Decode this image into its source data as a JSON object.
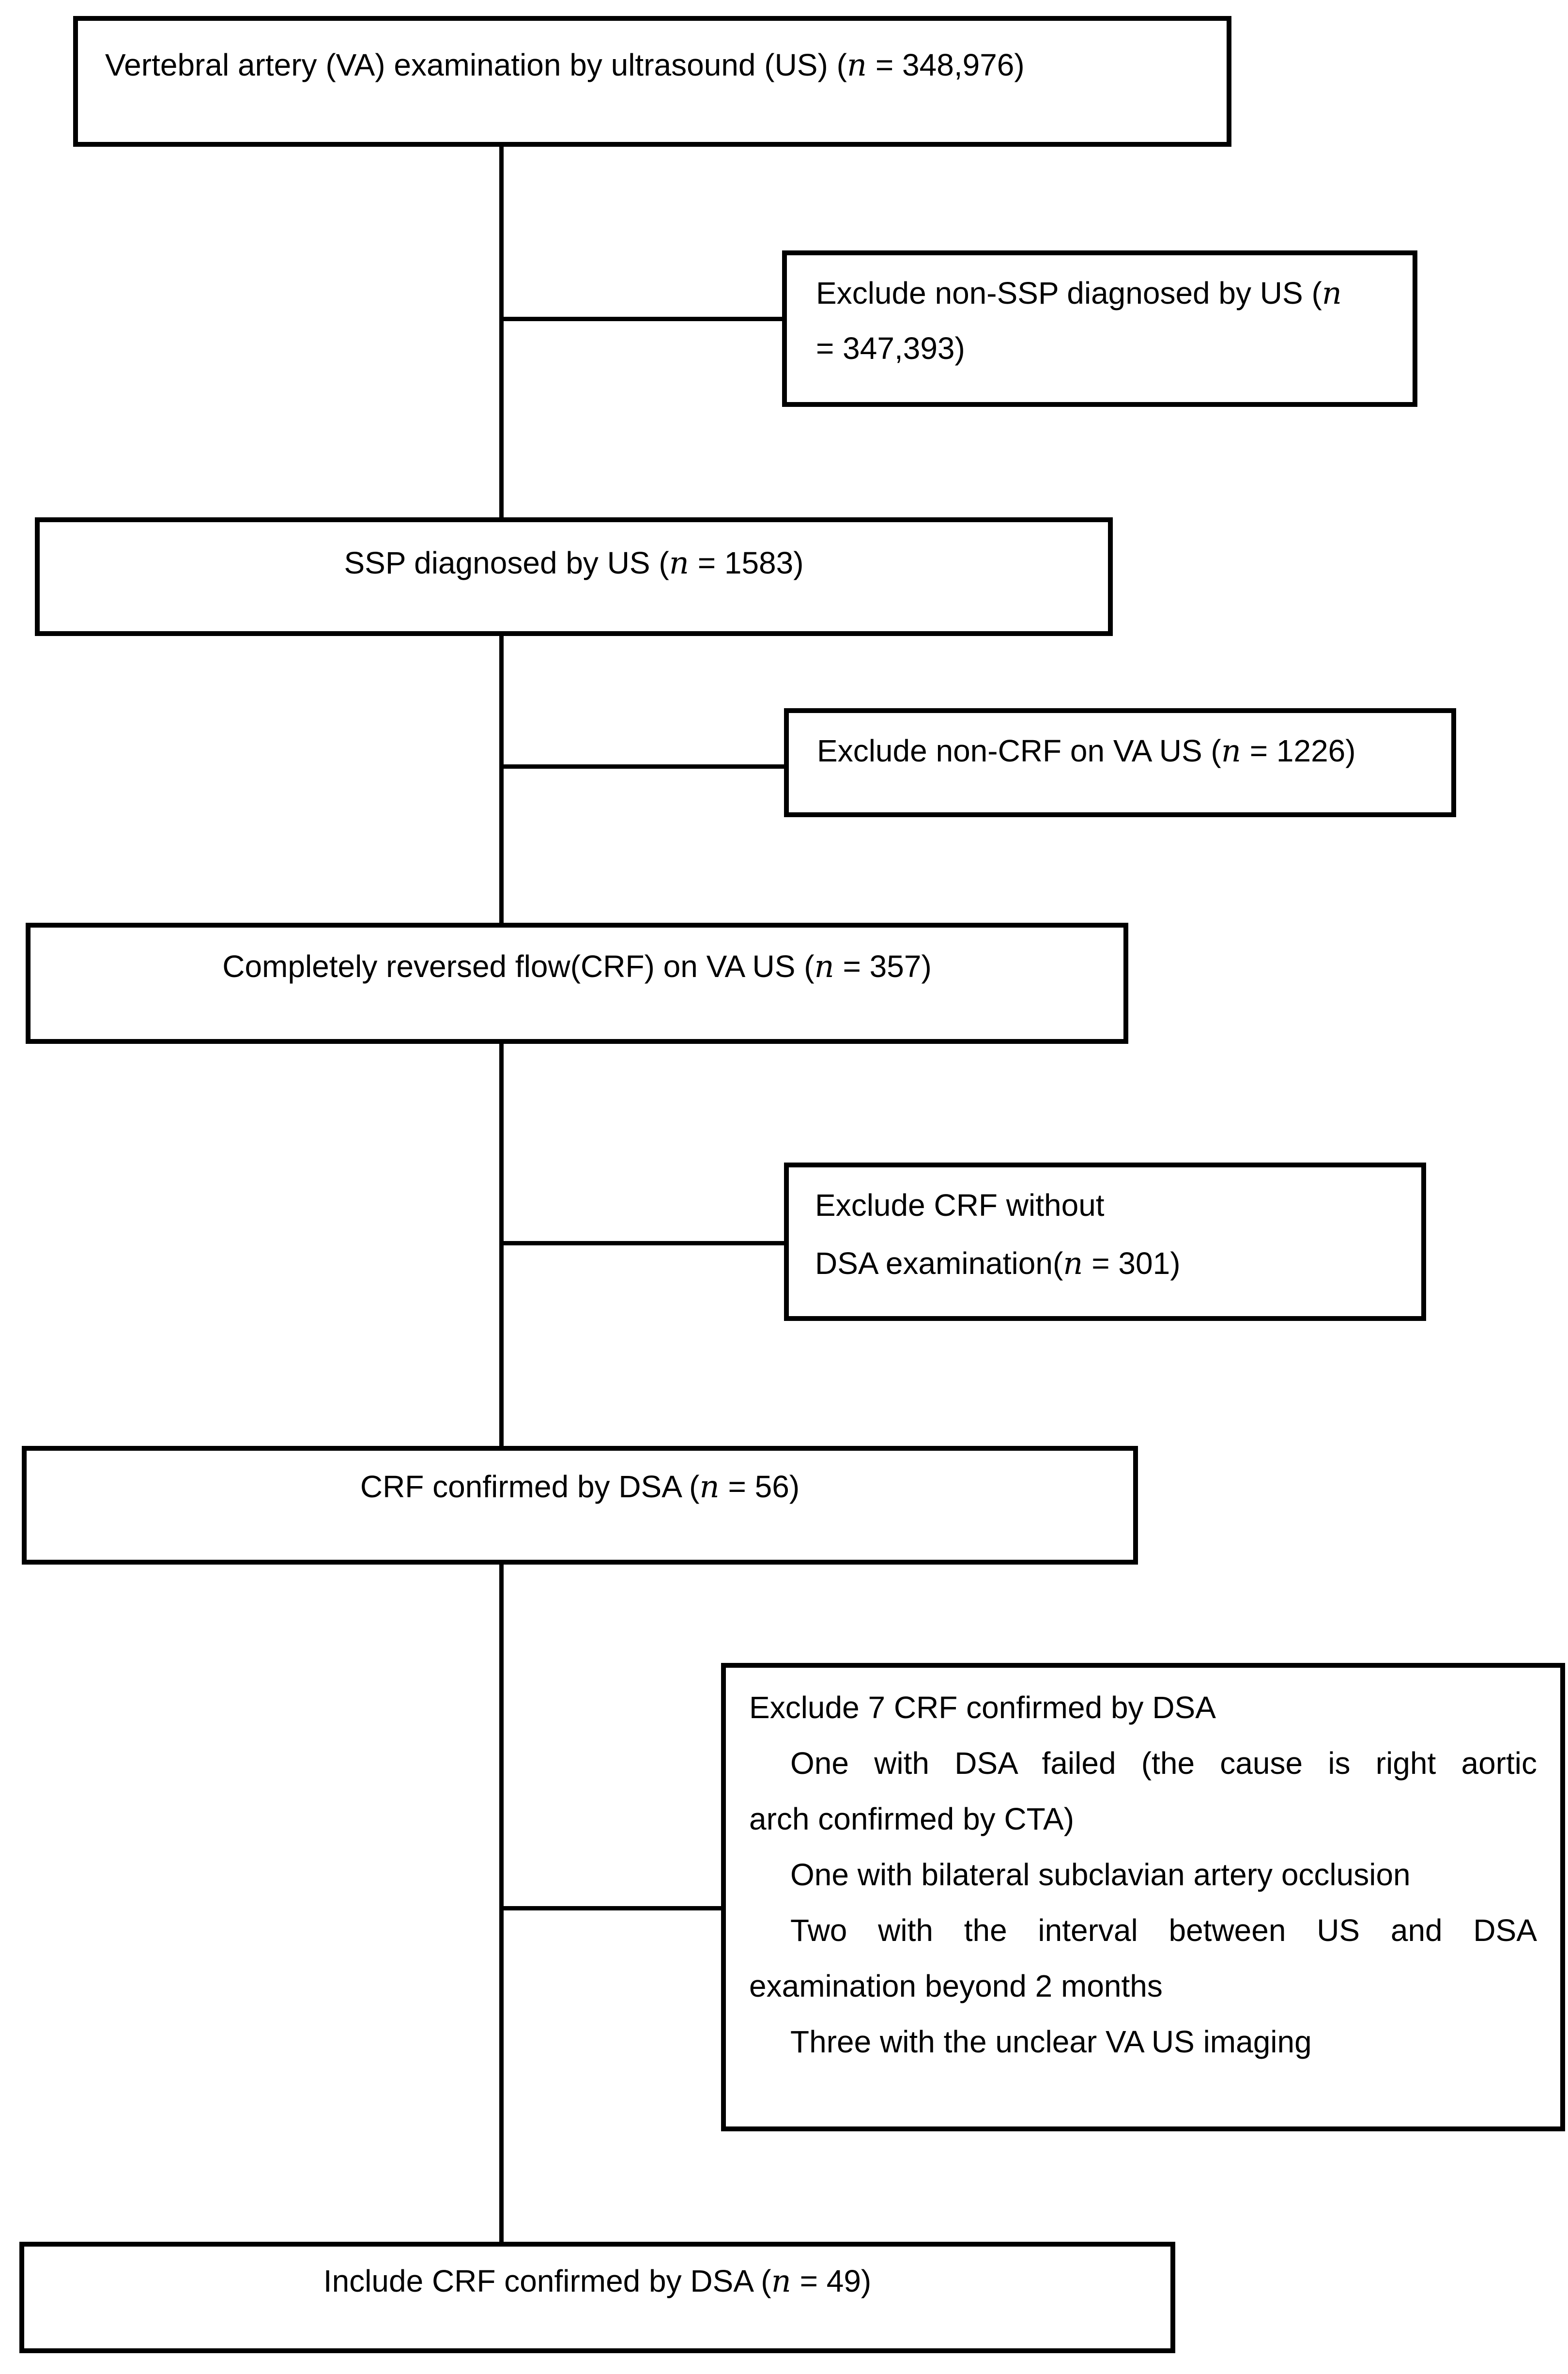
{
  "figure": {
    "type": "patient-selection-flowchart",
    "colors": {
      "background": "#ffffff",
      "line": "#000000",
      "text": "#000000"
    },
    "boxes": {
      "va_exam": {
        "prefix": "Vertebral artery (VA) examination by ultrasound (US) (",
        "n": "n",
        "suffix": " = 348,976)"
      },
      "exclude_non_ssp": {
        "line1_prefix": "Exclude non-SSP diagnosed by US (",
        "n": "n",
        "line2": "= 347,393)"
      },
      "ssp": {
        "prefix": "SSP diagnosed by US (",
        "n": "n",
        "suffix": " = 1583)"
      },
      "exclude_non_crf": {
        "prefix": "Exclude non-CRF on VA US (",
        "n": "n",
        "suffix": " = 1226)"
      },
      "crf": {
        "prefix": "Completely reversed flow(CRF) on VA US (",
        "n": "n",
        "suffix": " = 357)"
      },
      "exclude_no_dsa": {
        "line1": "Exclude CRF without",
        "line2_prefix": "DSA examination(",
        "n": "n",
        "line2_suffix": " = 301)"
      },
      "crf_dsa": {
        "prefix": "CRF confirmed by DSA (",
        "n": "n",
        "suffix": " = 56)"
      },
      "exclude_seven": {
        "line1": "Exclude 7 CRF confirmed by DSA",
        "line2": "One with DSA failed (the cause is right aortic",
        "line3": "arch confirmed by CTA)",
        "line4": "One with bilateral subclavian artery occlusion",
        "line5": "Two with the interval between US and DSA",
        "line6": "examination beyond 2 months",
        "line7": "Three with the unclear VA US imaging"
      },
      "include": {
        "prefix": "Include CRF confirmed by DSA (",
        "n": "n",
        "suffix": " = 49)"
      }
    }
  }
}
